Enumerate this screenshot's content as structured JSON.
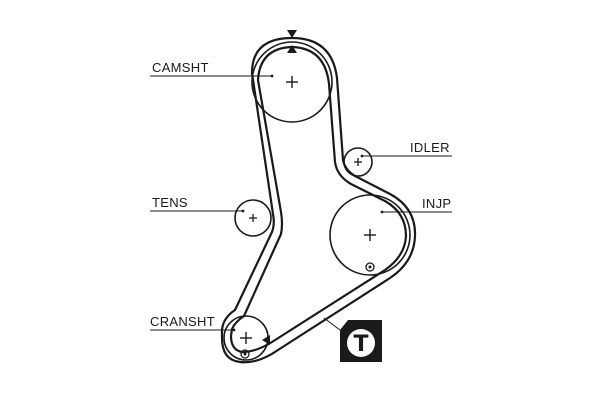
{
  "labels": {
    "camshaft": "CAMSHT",
    "idler": "IDLER",
    "tensioner": "TENS",
    "injection_pump": "INJP",
    "crankshaft": "CRANSHT"
  },
  "badge": {
    "letter": "T"
  },
  "colors": {
    "belt": "#1a1a1a",
    "pulley": "#1a1a1a",
    "badge_fill": "#1a1a1a",
    "badge_text": "#ffffff",
    "background": "#ffffff"
  },
  "icons": {
    "timing_marks": "triangle-marker-icon",
    "badge": "tensioner-t-badge-icon"
  }
}
